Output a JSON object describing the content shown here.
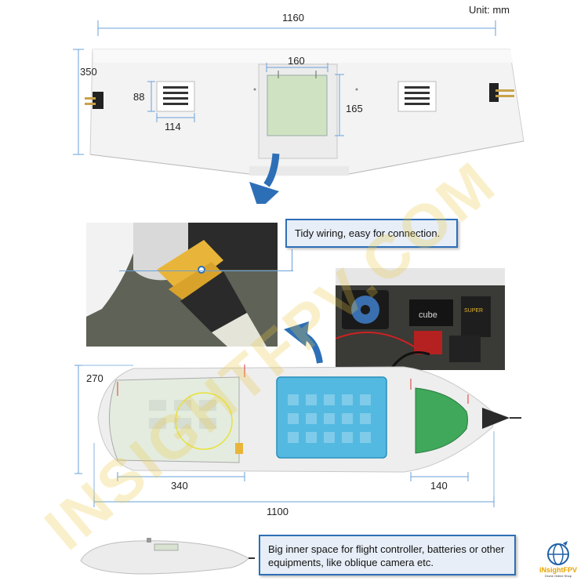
{
  "unit_label": "Unit: mm",
  "wing": {
    "span": "1160",
    "chord": "350",
    "hatch_width": "160",
    "hatch_height": "165",
    "vent_height": "88",
    "vent_width": "114"
  },
  "fuselage": {
    "height": "270",
    "bay_length": "340",
    "nose_length": "140",
    "total_length": "1100"
  },
  "callouts": {
    "wiring": "Tidy wiring, easy for connection.",
    "inner_space": "Big inner space for flight controller, batteries or other equipments, like oblique camera etc."
  },
  "watermark": "INSIGHTFPV.COM",
  "logo": {
    "name": "iNsightFPV",
    "tagline": "Drone Online Shop"
  },
  "electronics": {
    "cube_label": "cube",
    "esc_label": "SUPER"
  },
  "colors": {
    "dimension_blue": "#6aa0d8",
    "callout_border": "#2d6fb7",
    "arrow_blue": "#2d6fb7",
    "logo_gold": "#e6a400"
  }
}
